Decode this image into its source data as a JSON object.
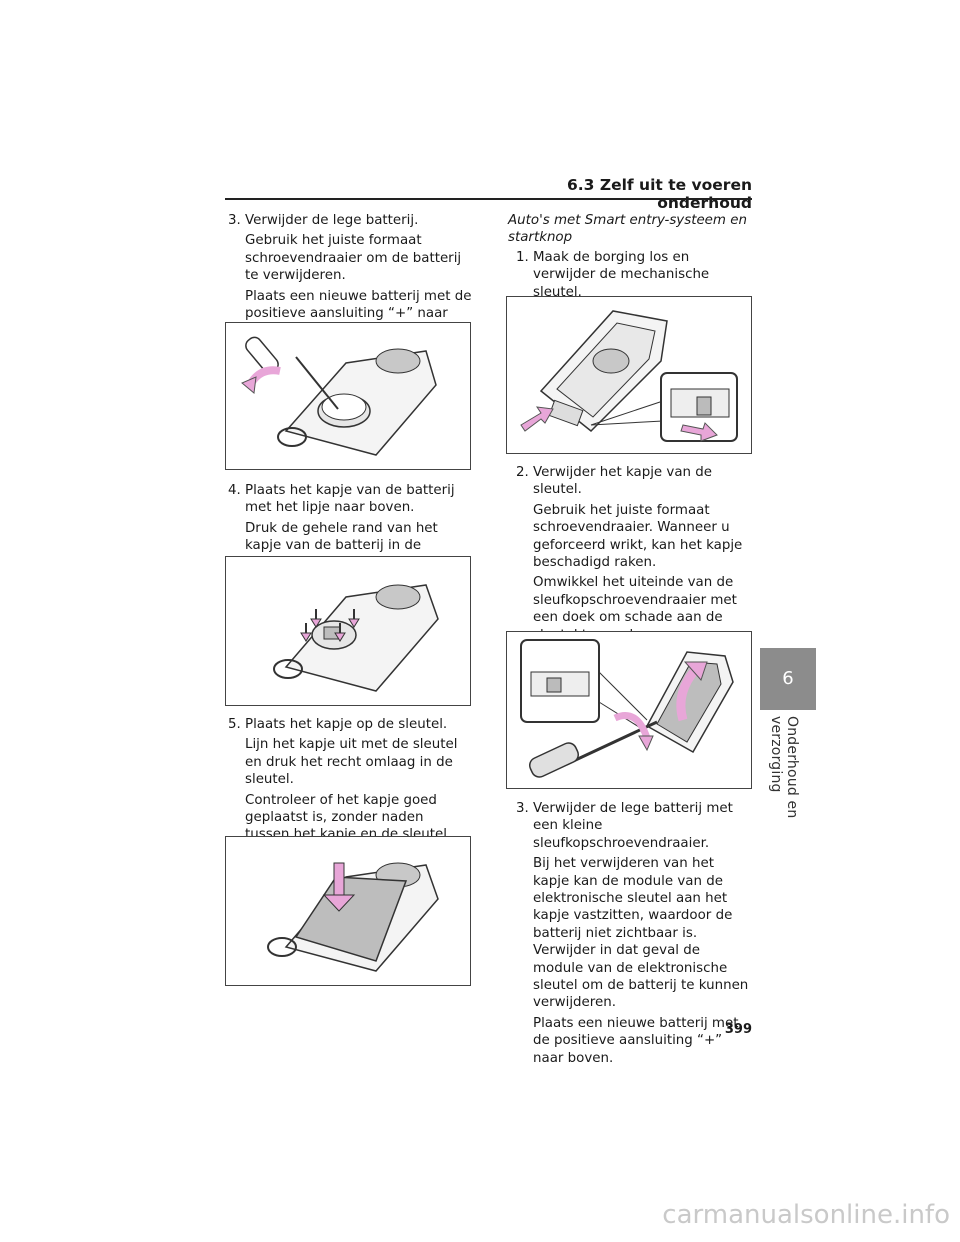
{
  "header": {
    "section_title": "6.3  Zelf uit te voeren onderhoud"
  },
  "left_column": {
    "step3": {
      "num": "3.",
      "text": "Verwijder de lege batterij.",
      "notes": [
        "Gebruik het juiste formaat schroevendraaier om de batterij te verwijderen.",
        "Plaats een nieuwe batterij met de positieve aansluiting “+” naar boven."
      ]
    },
    "step4": {
      "num": "4.",
      "text": "Plaats het kapje van de batterij met het lipje naar boven.",
      "notes": [
        "Druk de gehele rand van het kapje van de batterij in de sleutel."
      ]
    },
    "step5": {
      "num": "5.",
      "text": "Plaats het kapje op de sleutel.",
      "notes": [
        "Lijn het kapje uit met de sleutel en druk het recht omlaag in de sleutel.",
        "Controleer of het kapje goed geplaatst is, zonder naden tussen het kapje en de sleutel."
      ]
    }
  },
  "right_column": {
    "heading": "Auto's met Smart entry-systeem en startknop",
    "step1": {
      "num": "1.",
      "text": "Maak de borging los en verwijder de mechanische sleutel.",
      "notes": []
    },
    "step2": {
      "num": "2.",
      "text": "Verwijder het kapje van de sleutel.",
      "notes": [
        "Gebruik het juiste formaat schroevendraaier. Wanneer u geforceerd wrikt, kan het kapje beschadigd raken.",
        "Omwikkel het uiteinde van de sleufkopschroevendraaier met een doek om schade aan de sleutel te voorkomen."
      ]
    },
    "step3": {
      "num": "3.",
      "text": "Verwijder de lege batterij met een kleine sleufkopschroevendraaier.",
      "notes": [
        "Bij het verwijderen van het kapje kan de module van de elektronische sleutel aan het kapje vastzitten, waardoor de batterij niet zichtbaar is. Verwijder in dat geval de module van de elektronische sleutel om de batterij te kunnen verwijderen.",
        "Plaats een nieuwe batterij met de positieve aansluiting “+” naar boven."
      ]
    }
  },
  "side_tab": {
    "chapter_number": "6",
    "chapter_title": "Onderhoud en verzorging"
  },
  "footer": {
    "page_number": "399",
    "watermark": "carmanualsonline.info"
  },
  "colors": {
    "arrow_pink": "#e8a6d8",
    "tab_gray": "#8c8c8c",
    "cap_gray": "#bdbdbd"
  }
}
